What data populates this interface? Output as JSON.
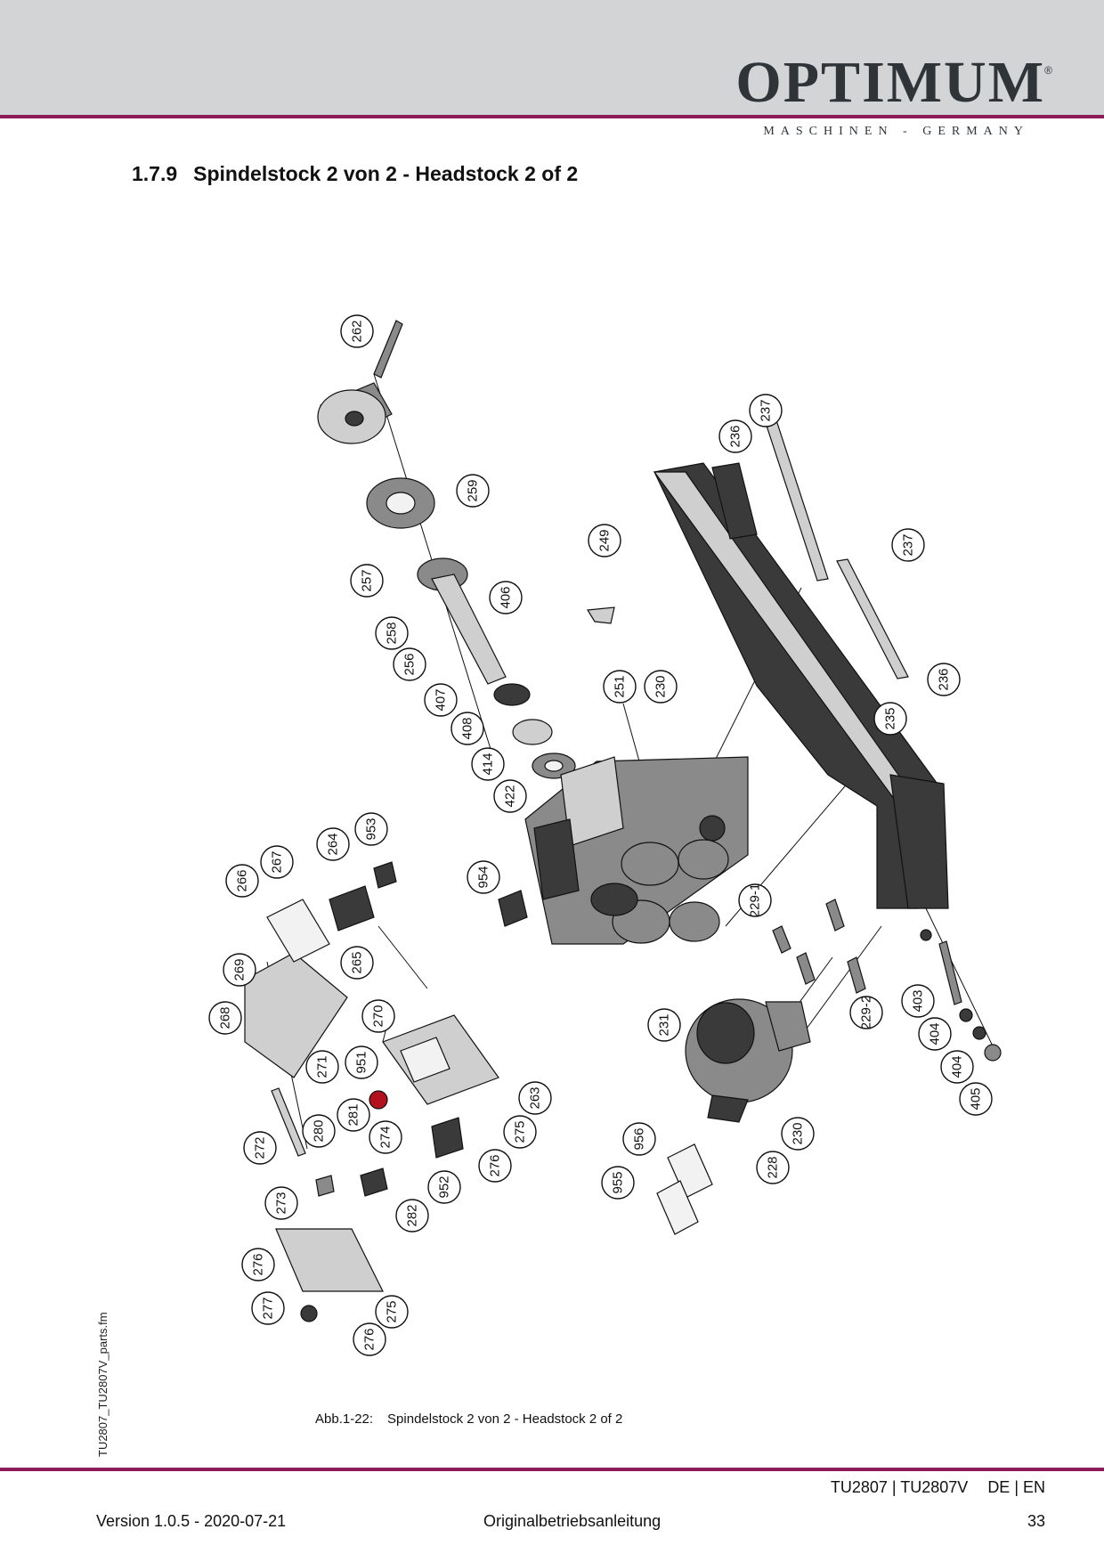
{
  "header": {
    "brand": "OPTIMUM",
    "brand_mark": "®",
    "brand_subtitle": "MASCHINEN - GERMANY"
  },
  "section": {
    "number": "1.7.9",
    "title": "Spindelstock 2 von 2 - Headstock 2 of 2"
  },
  "side_label": "TU2807_TU2807V_parts.fm",
  "figure": {
    "label": "Abb.1-22:",
    "caption": "Spindelstock 2 von 2 - Headstock 2 of 2",
    "callouts": [
      "262",
      "259",
      "257",
      "406",
      "258",
      "256",
      "407",
      "408",
      "414",
      "422",
      "251",
      "230",
      "249",
      "237",
      "236",
      "237",
      "236",
      "235",
      "954",
      "953",
      "264",
      "267",
      "266",
      "265",
      "269",
      "268",
      "270",
      "271",
      "951",
      "263",
      "275",
      "276",
      "952",
      "280",
      "281",
      "274",
      "272",
      "273",
      "282",
      "276",
      "277",
      "276",
      "275",
      "229-1",
      "229-2",
      "231",
      "403",
      "404",
      "404",
      "405",
      "230",
      "228",
      "956",
      "955"
    ]
  },
  "footer": {
    "model": "TU2807 | TU2807V",
    "languages": "DE | EN",
    "version": "Version 1.0.5 - 2020-07-21",
    "doc_type": "Originalbetriebsanleitung",
    "page": "33"
  }
}
